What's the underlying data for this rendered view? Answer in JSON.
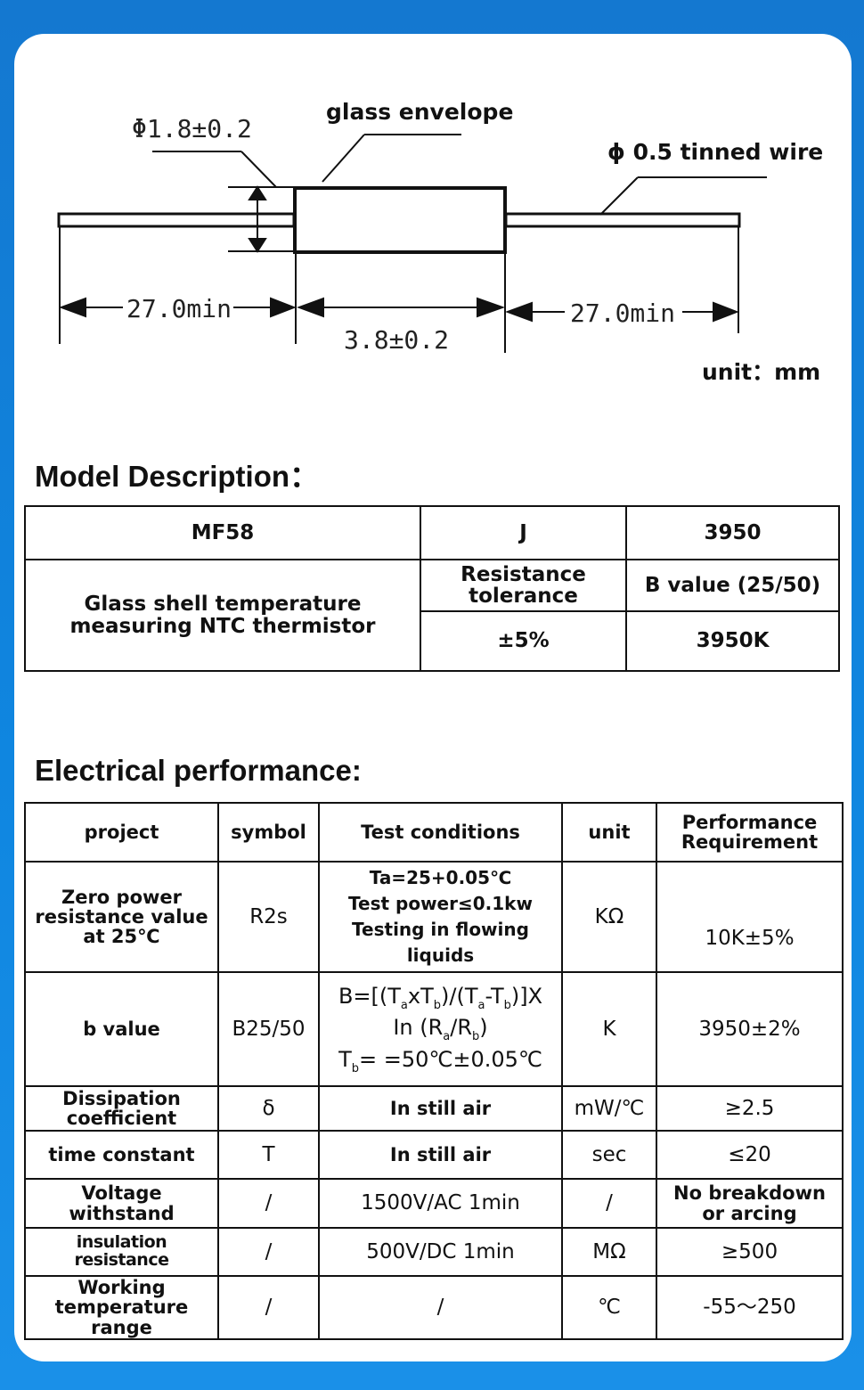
{
  "diagram": {
    "diameter_label": "Φ1.8±0.2",
    "glass_label": "glass envelope",
    "wire_label": "ϕ 0.5 tinned wire",
    "left_length": "27.0min",
    "body_length": "3.8±0.2",
    "right_length": "27.0min",
    "unit": "unit：mm"
  },
  "model": {
    "heading": "Model Description：",
    "code1": "MF58",
    "code2": "J",
    "code3": "3950",
    "description": "Glass shell temperature measuring NTC thermistor",
    "tol_header": "Resistance tolerance",
    "bval_header": "B value (25/50)",
    "tol_value": "±5%",
    "bval_value": "3950K"
  },
  "electrical": {
    "heading": "Electrical performance:",
    "headers": [
      "project",
      "symbol",
      "Test conditions",
      "unit",
      "Performance Requirement"
    ],
    "rows": [
      {
        "project": "Zero power resistance value at 25℃",
        "symbol": "R2s",
        "cond": [
          "Ta=25+0.05℃",
          "Test power≤0.1kw",
          "Testing in flowing liquids"
        ],
        "unit": "KΩ",
        "req": "10K±5%"
      },
      {
        "project": "b value",
        "symbol": "B25/50",
        "formula": {
          "l1a": "B=[(T",
          "s1": "a",
          "l1b": "xT",
          "s2": "b",
          "l1c": ")/(T",
          "s3": "a",
          "l1d": "-T",
          "s4": "b",
          "l1e": ")]X",
          "l2a": "In (R",
          "s5": "a",
          "l2b": "/R",
          "s6": "b",
          "l2c": ")",
          "l3a": "T",
          "s7": "b",
          "l3b": "= =50℃±0.05℃"
        },
        "unit": "K",
        "req": "3950±2%"
      },
      {
        "project": "Dissipation coefficient",
        "symbol": "δ",
        "cond": "In still air",
        "unit": "mW/℃",
        "req": "≥2.5"
      },
      {
        "project": "time constant",
        "symbol": "T",
        "cond": "In still air",
        "unit": "sec",
        "req": "≤20"
      },
      {
        "project": "Voltage withstand",
        "symbol": "/",
        "cond": "1500V/AC 1min",
        "unit": "/",
        "req": "No breakdown or arcing"
      },
      {
        "project": "insulation resistance",
        "symbol": "/",
        "cond": "500V/DC 1min",
        "unit": "MΩ",
        "req": "≥500"
      },
      {
        "project": "Working temperature range",
        "symbol": "/",
        "cond": "/",
        "unit": "℃",
        "req": "-55～250"
      }
    ]
  }
}
